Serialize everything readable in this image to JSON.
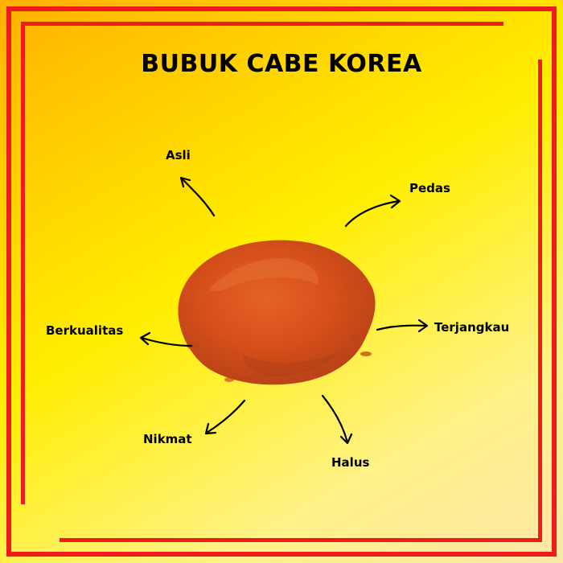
{
  "title": "BUBUK CABE KOREA",
  "labels": {
    "asli": "Asli",
    "pedas": "Pedas",
    "terjangkau": "Terjangkau",
    "berkualitas": "Berkualitas",
    "nikmat": "Nikmat",
    "halus": "Halus"
  },
  "colors": {
    "frame": "#ee1c1c",
    "powder": "#e0461a",
    "text": "#000000"
  }
}
